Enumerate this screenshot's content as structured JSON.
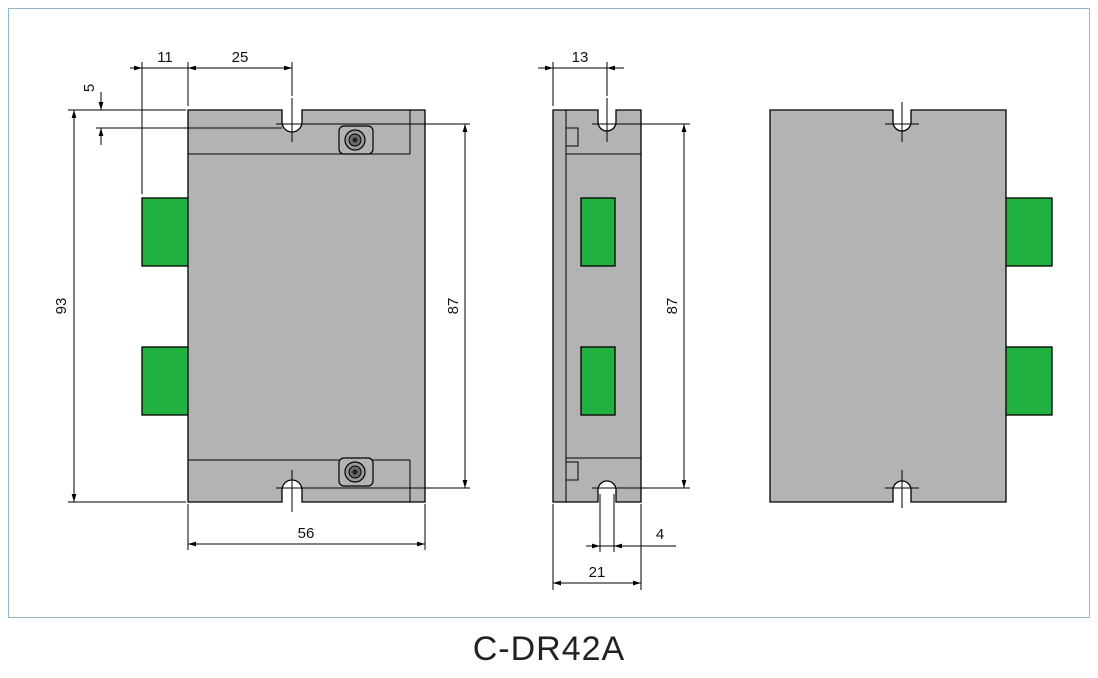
{
  "model": "C-DR42A",
  "colors": {
    "body": "#b3b3b3",
    "connector": "#22b040",
    "frame": "#8fb9c8",
    "line": "#000000"
  },
  "front_view": {
    "dim_offset_left": "11",
    "dim_hole_x": "25",
    "dim_hole_depth": "5",
    "dim_total_height": "93",
    "dim_hole_pitch": "87",
    "dim_width": "56"
  },
  "side_view": {
    "dim_hole_offset": "13",
    "dim_hole_pitch": "87",
    "dim_slot_width": "4",
    "dim_depth": "21"
  },
  "back_view": {}
}
